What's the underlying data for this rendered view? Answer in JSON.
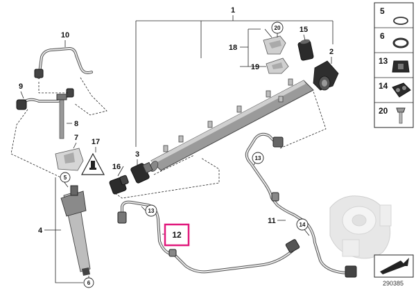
{
  "diagram": {
    "callouts": {
      "n1": "1",
      "n2": "2",
      "n3": "3",
      "n4": "4",
      "n5": "5",
      "n6": "6",
      "n7": "7",
      "n8": "8",
      "n9": "9",
      "n10": "10",
      "n11": "11",
      "n12": "12",
      "n13a": "13",
      "n13b": "13",
      "n14": "14",
      "n15": "15",
      "n16": "16",
      "n17": "17",
      "n18": "18",
      "n19": "19",
      "n20": "20"
    },
    "parts_panel": [
      "5",
      "6",
      "13",
      "14",
      "20"
    ],
    "diagram_code": "290385",
    "highlight_color": "#e0187c"
  }
}
